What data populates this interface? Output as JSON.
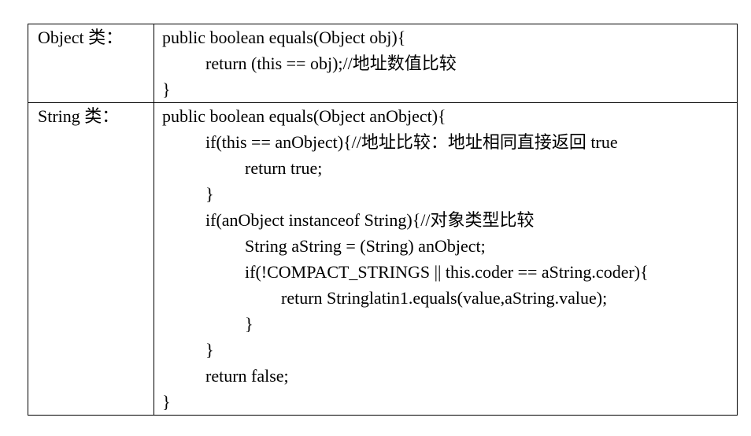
{
  "page": {
    "background_color": "#ffffff",
    "border_color": "#000000",
    "text_color": "#000000"
  },
  "table": {
    "rows": [
      {
        "label": "Object 类：",
        "code_lines": [
          {
            "indent": 0,
            "text": "public boolean equals(Object obj){"
          },
          {
            "indent": 1,
            "text": "return (this == obj);//地址数值比较"
          },
          {
            "indent": 0,
            "text": "}"
          }
        ]
      },
      {
        "label": "String 类：",
        "code_lines": [
          {
            "indent": 0,
            "text": "public boolean equals(Object anObject){"
          },
          {
            "indent": 1,
            "text": "if(this == anObject){//地址比较：地址相同直接返回 true"
          },
          {
            "indent": 2,
            "text": "return true;"
          },
          {
            "indent": 1,
            "text": "}"
          },
          {
            "indent": 1,
            "text": "if(anObject instanceof String){//对象类型比较"
          },
          {
            "indent": 2,
            "text": "String aString = (String) anObject;"
          },
          {
            "indent": 2,
            "text": "if(!COMPACT_STRINGS || this.coder == aString.coder){"
          },
          {
            "indent": 3,
            "text": "return Stringlatin1.equals(value,aString.value);"
          },
          {
            "indent": 2,
            "text": "}"
          },
          {
            "indent": 1,
            "text": "}"
          },
          {
            "indent": 1,
            "text": "return false;"
          },
          {
            "indent": 0,
            "text": "}"
          }
        ]
      }
    ]
  }
}
